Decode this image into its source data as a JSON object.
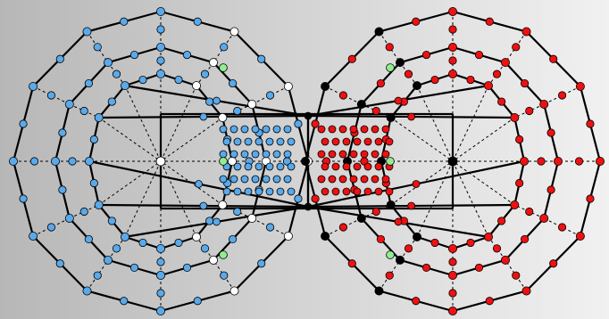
{
  "diagram": {
    "colors": {
      "bg_left": "#b7b7b7",
      "bg_right": "#f1f1f1",
      "edge": "#000000",
      "left_node": "#5aa9ea",
      "right_node": "#ee1111",
      "white_node": "#ffffff",
      "black_node": "#000000",
      "green_node": "#90ee90",
      "node_stroke": "#000000"
    },
    "polygon_sides": 12,
    "left_center_node_color": "white",
    "right_center_node_color": "black",
    "accent_node_color": "green"
  }
}
